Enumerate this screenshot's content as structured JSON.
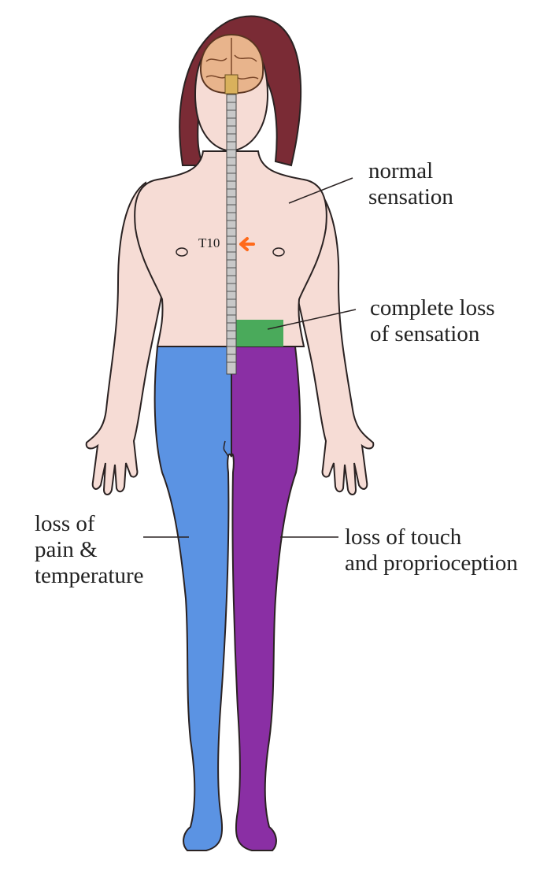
{
  "labels": {
    "normal": [
      "normal",
      "sensation"
    ],
    "complete_loss": [
      "complete loss",
      "of sensation"
    ],
    "pain_temp": [
      "loss of",
      "pain &",
      "temperature"
    ],
    "touch": [
      "loss of touch",
      "and proprioception"
    ],
    "level": "T10"
  },
  "colors": {
    "skin": "#f6dcd5",
    "outline": "#2a2222",
    "hair": "#7a2b35",
    "brain": "#e8b48c",
    "spine": "#c8c8c8",
    "arrow": "#ff6a1a",
    "green_band": "#4aaa5b",
    "blue_leg": "#5b93e3",
    "purple_leg": "#8a2fa4"
  }
}
